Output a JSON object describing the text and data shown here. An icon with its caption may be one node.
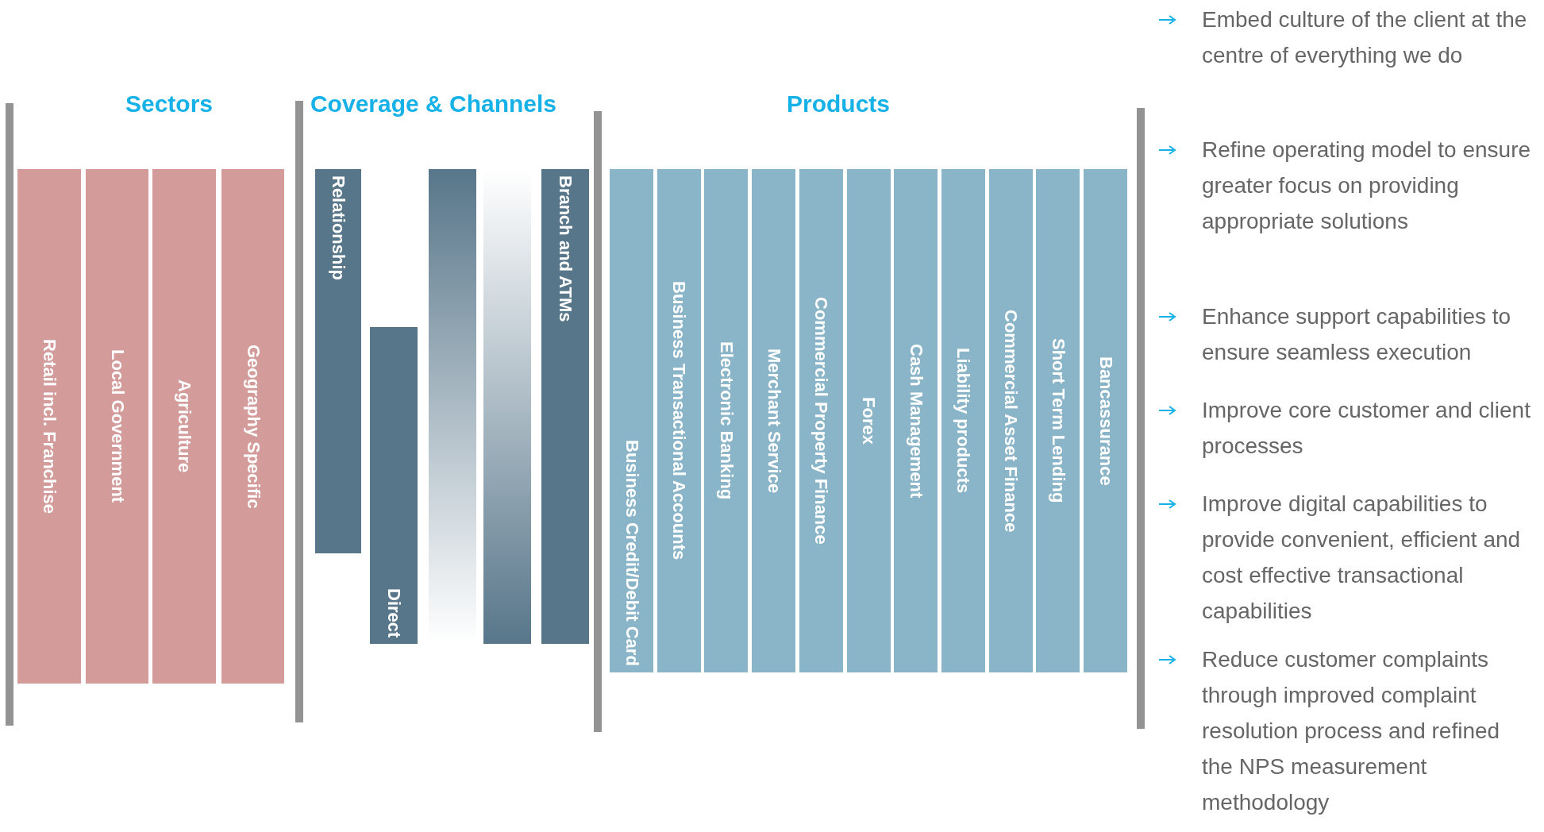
{
  "diagram": {
    "nodes": [
      {
        "text": [
          "Retail incl. Franchise"
        ]
      },
      {
        "text": [
          "Local Government"
        ]
      },
      {
        "text": [
          "Agriculture"
        ]
      },
      {
        "text": [
          "Geography Specific"
        ]
      },
      {
        "text": [
          "Relationship"
        ]
      },
      {
        "text": [
          "Direct"
        ]
      },
      {
        "text": [],
        "shape": "bar"
      },
      {
        "text": [],
        "shape": "bar"
      },
      {
        "text": [
          "Branch and ATMs"
        ]
      },
      {
        "text": [
          "Business Credit/Debit Card"
        ]
      },
      {
        "text": [
          "Business Transactional Accounts"
        ]
      },
      {
        "text": [
          "Electronic Banking"
        ]
      },
      {
        "text": [
          "Merchant Service"
        ]
      },
      {
        "text": [
          "Commercial Property Finance"
        ]
      },
      {
        "text": [
          "Forex"
        ]
      },
      {
        "text": [
          "Cash Management"
        ]
      },
      {
        "text": [
          "Liability products"
        ]
      },
      {
        "text": [
          "Commercial Asset Finance"
        ]
      },
      {
        "text": [
          "Short Term Lending"
        ]
      },
      {
        "text": [
          "Bancassurance"
        ]
      }
    ],
    "labels": [
      "Sectors",
      "Coverage & Channels",
      "Products",
      "Embed culture of the client at the centre of everything we do",
      "Refine operating model to ensure greater focus on providing appropriate solutions",
      "Enhance support capabilities to ensure seamless execution",
      "Improve core customer and client processes",
      "Improve digital capabilities to provide convenient, efficient and cost effective transactional capabilities",
      "Reduce customer complaints through improved complaint resolution process and refined the NPS measurement methodology"
    ]
  }
}
